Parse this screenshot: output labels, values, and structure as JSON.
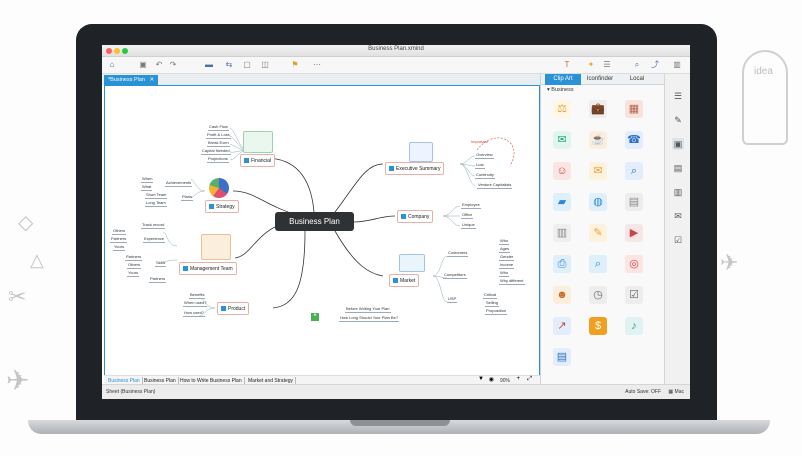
{
  "window": {
    "title": "Business Plan.xmind"
  },
  "document_tab": {
    "label": "*Business Plan"
  },
  "mindmap": {
    "central": "Business Plan",
    "topics": {
      "financial": "Financial",
      "strategy": "Strategy",
      "management": "Management Team",
      "product": "Product",
      "executive": "Executive Summary",
      "company": "Company",
      "market": "Market"
    },
    "financial_subs": [
      "Cash Flow",
      "Profit & Loss",
      "Break Even",
      "Capital Needed",
      "Projections"
    ],
    "strategy_subs": [
      "When",
      "What",
      "Achievements",
      "Short Team",
      "Plans",
      "Long Team"
    ],
    "management_subs": [
      "Track record",
      "Others",
      "Partners",
      "Experience",
      "Yours",
      "Partners",
      "Others",
      "Skills",
      "Yours",
      "Partners"
    ],
    "product_subs": [
      "Benefits",
      "When used?",
      "How used?"
    ],
    "executive_subs": [
      "Overview",
      "Lost",
      "Continuity",
      "Venture Capitalists"
    ],
    "executive_note": "Important",
    "company_subs": [
      "Employee",
      "Office",
      "Unique"
    ],
    "market_branches": [
      "Customers",
      "Competitors",
      "USP"
    ],
    "market_subs": [
      "Who",
      "Ages",
      "Gender",
      "Income",
      "Who",
      "Why different",
      "Critical",
      "Selling",
      "Proposition"
    ],
    "extra_items": [
      "Before Writing Your Plan",
      "How Long Should Your Plan Be?"
    ]
  },
  "sheet_tabs": [
    "Business Plan",
    "Business Plan",
    "How to Write Business Plan",
    "Market and Strategy"
  ],
  "zoom": "90%",
  "status": {
    "left": "Sheet (Business Plan)",
    "autosave": "Auto Save: OFF",
    "user": "Mac"
  },
  "panel": {
    "tabs": [
      "Clip Art",
      "Iconfinder",
      "Local"
    ],
    "section": "Business",
    "icons": [
      "scales-icon",
      "briefcase-icon",
      "calculator-icon",
      "chat-bubbles-icon",
      "coffee-cup-icon",
      "contact-card-icon",
      "support-agent-icon",
      "envelope-icon",
      "magnify-document-icon",
      "folder-icon",
      "globe-icon",
      "filing-cabinet-icon",
      "newspaper-icon",
      "pencil-icon",
      "presentation-icon",
      "printer-icon",
      "magnifier-icon",
      "target-icon",
      "team-icon",
      "clock-icon",
      "checklist-icon",
      "growth-chart-icon",
      "dollar-coin-icon",
      "microphone-icon",
      "document-icon"
    ]
  },
  "colors": {
    "accent": "#2a93d5",
    "central_bg": "#2f3235",
    "topic_border": "#e8b0a8"
  }
}
